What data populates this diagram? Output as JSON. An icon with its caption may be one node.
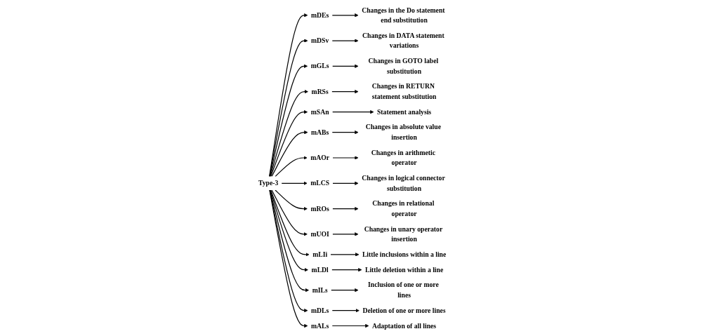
{
  "diagram": {
    "nodes": [
      {
        "text": [
          "Type-3"
        ]
      },
      {
        "text": [
          "mDEs"
        ]
      },
      {
        "text": [
          "Changes in the Do statement end substitution"
        ]
      },
      {
        "text": [
          "mDSv"
        ]
      },
      {
        "text": [
          "Changes in DATA statement variations"
        ]
      },
      {
        "text": [
          "mGLs"
        ]
      },
      {
        "text": [
          "Changes in GOTO label substitution"
        ]
      },
      {
        "text": [
          "mRSs"
        ]
      },
      {
        "text": [
          "Changes in RETURN statement substitution"
        ]
      },
      {
        "text": [
          "mSAn"
        ]
      },
      {
        "text": [
          "Statement analysis"
        ]
      },
      {
        "text": [
          "mABs"
        ]
      },
      {
        "text": [
          "Changes in absolute value insertion"
        ]
      },
      {
        "text": [
          "mAOr"
        ]
      },
      {
        "text": [
          "Changes in arithmetic operator"
        ]
      },
      {
        "text": [
          "mLCS"
        ]
      },
      {
        "text": [
          "Changes in logical connector substitution"
        ]
      },
      {
        "text": [
          "mROs"
        ]
      },
      {
        "text": [
          "Changes in relational operator"
        ]
      },
      {
        "text": [
          "mUOI"
        ]
      },
      {
        "text": [
          "Changes in unary operator insertion"
        ]
      },
      {
        "text": [
          "mLIi"
        ]
      },
      {
        "text": [
          "Little inclusions within a line"
        ]
      },
      {
        "text": [
          "mLDl"
        ]
      },
      {
        "text": [
          "Little deletion within a line"
        ]
      },
      {
        "text": [
          "mILs"
        ]
      },
      {
        "text": [
          "Inclusion of one or more lines"
        ]
      },
      {
        "text": [
          "mDLs"
        ]
      },
      {
        "text": [
          "Deletion of one or more lines"
        ]
      },
      {
        "text": [
          "mALs"
        ]
      },
      {
        "text": [
          "Adaptation of all lines"
        ]
      }
    ],
    "edges": [
      {
        "from": 0,
        "to": 1,
        "arrow": "to"
      },
      {
        "from": 0,
        "to": 3,
        "arrow": "to"
      },
      {
        "from": 0,
        "to": 5,
        "arrow": "to"
      },
      {
        "from": 0,
        "to": 7,
        "arrow": "to"
      },
      {
        "from": 0,
        "to": 9,
        "arrow": "to"
      },
      {
        "from": 0,
        "to": 11,
        "arrow": "to"
      },
      {
        "from": 0,
        "to": 13,
        "arrow": "to"
      },
      {
        "from": 0,
        "to": 15,
        "arrow": "to"
      },
      {
        "from": 0,
        "to": 17,
        "arrow": "to"
      },
      {
        "from": 0,
        "to": 19,
        "arrow": "to"
      },
      {
        "from": 0,
        "to": 21,
        "arrow": "to"
      },
      {
        "from": 0,
        "to": 23,
        "arrow": "to"
      },
      {
        "from": 0,
        "to": 25,
        "arrow": "to"
      },
      {
        "from": 0,
        "to": 27,
        "arrow": "to"
      },
      {
        "from": 0,
        "to": 29,
        "arrow": "to"
      },
      {
        "from": 1,
        "to": 2,
        "arrow": "to"
      },
      {
        "from": 3,
        "to": 4,
        "arrow": "to"
      },
      {
        "from": 5,
        "to": 6,
        "arrow": "to"
      },
      {
        "from": 7,
        "to": 8,
        "arrow": "to"
      },
      {
        "from": 9,
        "to": 10,
        "arrow": "to"
      },
      {
        "from": 11,
        "to": 12,
        "arrow": "to"
      },
      {
        "from": 13,
        "to": 14,
        "arrow": "to"
      },
      {
        "from": 15,
        "to": 16,
        "arrow": "to"
      },
      {
        "from": 17,
        "to": 18,
        "arrow": "to"
      },
      {
        "from": 19,
        "to": 20,
        "arrow": "to"
      },
      {
        "from": 21,
        "to": 22,
        "arrow": "to"
      },
      {
        "from": 23,
        "to": 24,
        "arrow": "to"
      },
      {
        "from": 25,
        "to": 26,
        "arrow": "to"
      },
      {
        "from": 27,
        "to": 28,
        "arrow": "to"
      },
      {
        "from": 29,
        "to": 30,
        "arrow": "to"
      }
    ]
  }
}
